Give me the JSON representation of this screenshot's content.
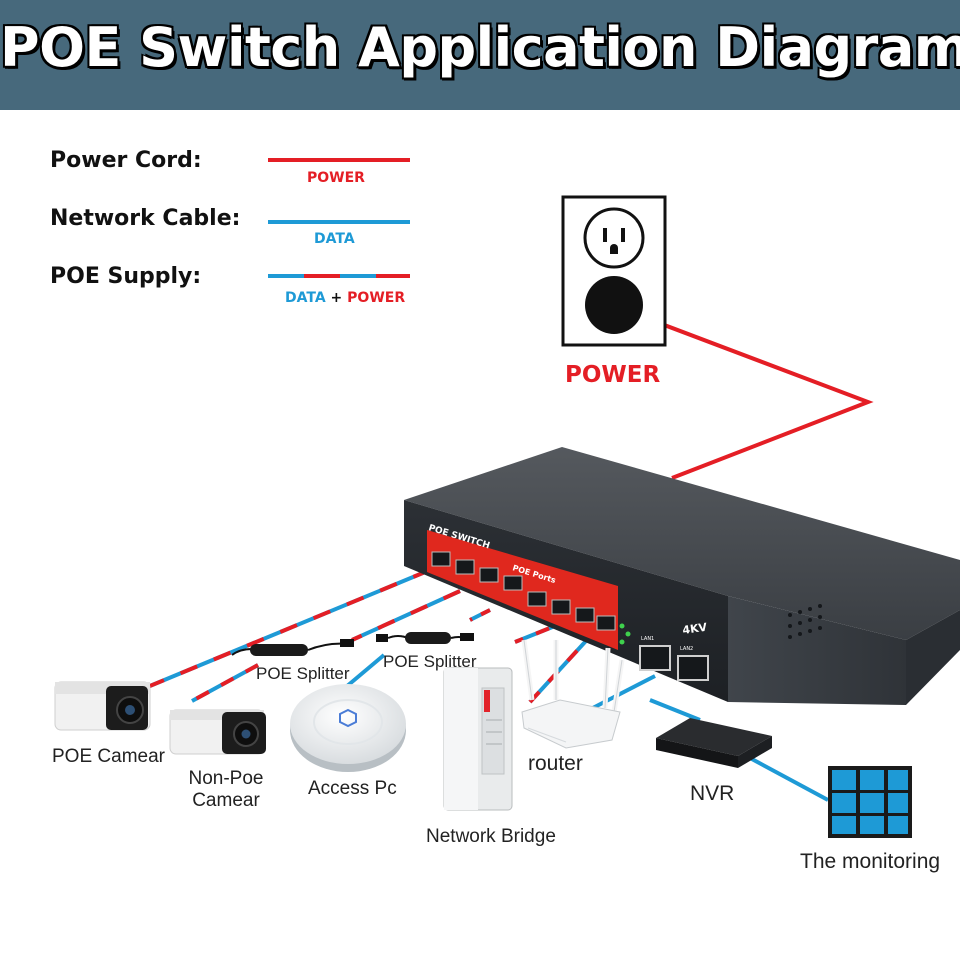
{
  "header": {
    "title": "POE Switch Application Diagram"
  },
  "legend": {
    "items": [
      {
        "label": "Power Cord:",
        "tag": "POWER",
        "color": "#e41e25"
      },
      {
        "label": "Network Cable:",
        "tag": "DATA",
        "color": "#1e9ad6"
      },
      {
        "label": "POE Supply:",
        "tag_data": "DATA",
        "tag_plus": "+",
        "tag_power": "POWER"
      }
    ]
  },
  "outlet": {
    "label": "POWER"
  },
  "switch": {
    "brand": "POE SWITCH",
    "ports_label": "POE Ports",
    "protection": "4KV",
    "uplink_labels": [
      "LAN1",
      "LAN2"
    ]
  },
  "devices": {
    "poe_camera": "POE Camear",
    "non_poe_camera_line1": "Non-Poe",
    "non_poe_camera_line2": "Camear",
    "poe_splitter_1": "POE Splitter",
    "poe_splitter_2": "POE Splitter",
    "access_point": "Access Pc",
    "network_bridge": "Network Bridge",
    "router": "router",
    "nvr": "NVR",
    "monitoring": "The monitoring"
  },
  "colors": {
    "banner": "#47697c",
    "power": "#e41e25",
    "data": "#1e9ad6",
    "switch_body": "#3d4248",
    "port_panel": "#e0281e",
    "monitor_tile": "#1e9ad6"
  }
}
